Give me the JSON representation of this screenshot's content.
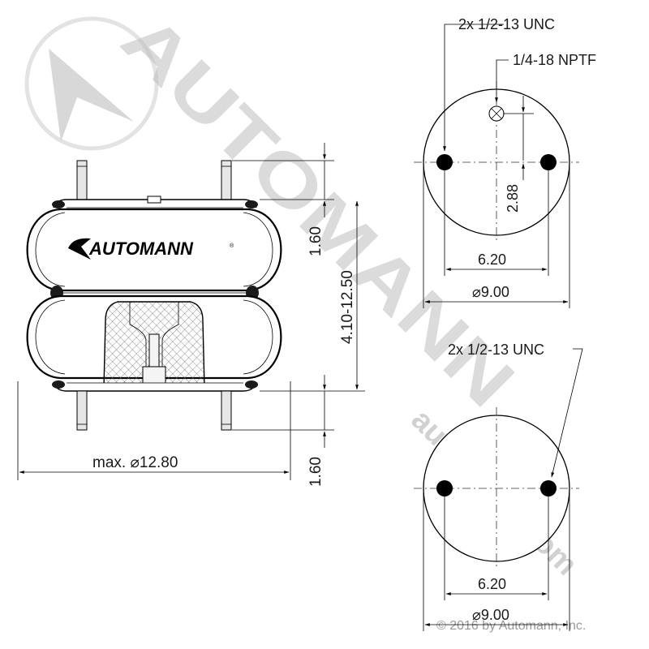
{
  "brand": {
    "logo_text": "AUTOMANN",
    "watermark_text": "AUTOMANN",
    "watermark_url": "automann.com",
    "copyright": "© 2016 by Automann, Inc."
  },
  "side_view": {
    "width_label": "max. ⌀12.80",
    "top_stud_height": "1.60",
    "bottom_stud_height": "1.60",
    "height_range": "4.10-12.50"
  },
  "top_plate": {
    "studs_callout": "2x 1/2-13 UNC",
    "port_callout": "1/4-18 NPTF",
    "port_offset": "2.88",
    "stud_spacing": "6.20",
    "diameter": "⌀9.00"
  },
  "bottom_plate": {
    "studs_callout": "2x 1/2-13 UNC",
    "stud_spacing": "6.20",
    "diameter": "⌀9.00"
  },
  "colors": {
    "line": "#000000",
    "watermark": "#bdbdbd",
    "stud": "#e6e6e6",
    "bumper_fill": "#ededed"
  }
}
